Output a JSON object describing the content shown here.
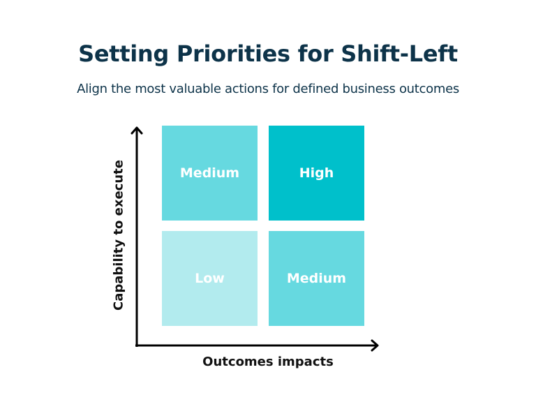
{
  "header": {
    "title": "Setting Priorities for Shift-Left",
    "subtitle": "Align the most valuable actions for defined business outcomes"
  },
  "matrix": {
    "x_axis_label": "Outcomes impacts",
    "y_axis_label": "Capability to execute",
    "quadrants": [
      {
        "position": "top-left",
        "label": "Medium",
        "color": "#66d9e0"
      },
      {
        "position": "top-right",
        "label": "High",
        "color": "#00c0cb"
      },
      {
        "position": "bottom-left",
        "label": "Low",
        "color": "#b2ebee"
      },
      {
        "position": "bottom-right",
        "label": "Medium",
        "color": "#66d9e0"
      }
    ]
  },
  "colors": {
    "title": "#0d3349",
    "axis": "#000000",
    "high": "#00c0cb",
    "medium": "#66d9e0",
    "low": "#b2ebee"
  }
}
